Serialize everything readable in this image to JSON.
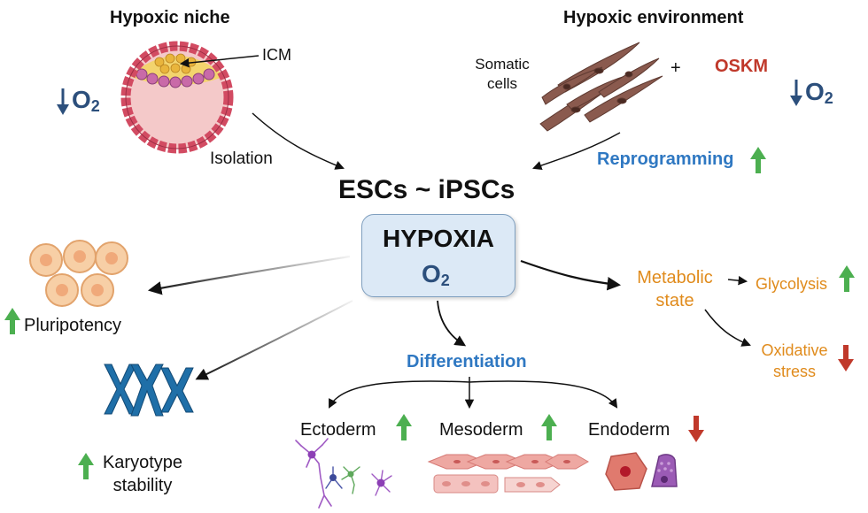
{
  "top_left": {
    "title": "Hypoxic niche",
    "icm_label": "ICM",
    "o2": "O",
    "o2_sub": "2",
    "isolation": "Isolation"
  },
  "top_right": {
    "title": "Hypoxic environment",
    "somatic": "Somatic",
    "cells": "cells",
    "plus": "+",
    "oskm": "OSKM",
    "o2": "O",
    "o2_sub": "2",
    "reprogramming": "Reprogramming"
  },
  "center": {
    "cells_title": "ESCs ~ iPSCs",
    "hypoxia": "HYPOXIA",
    "o2": "O",
    "o2_sub": "2"
  },
  "left": {
    "pluripotency": "Pluripotency",
    "karyotype_1": "Karyotype",
    "karyotype_2": "stability"
  },
  "right": {
    "metabolic_1": "Metabolic",
    "metabolic_2": "state",
    "glycolysis": "Glycolysis",
    "oxidative_1": "Oxidative",
    "oxidative_2": "stress"
  },
  "bottom": {
    "differentiation": "Differentiation",
    "ectoderm": "Ectoderm",
    "mesoderm": "Mesoderm",
    "endoderm": "Endoderm"
  },
  "colors": {
    "blue_text": "#2f78c2",
    "navy": "#2c4f7c",
    "orange": "#e08b1c",
    "red": "#c0392b",
    "green": "#4caf50",
    "box_fill": "#dce9f6"
  }
}
